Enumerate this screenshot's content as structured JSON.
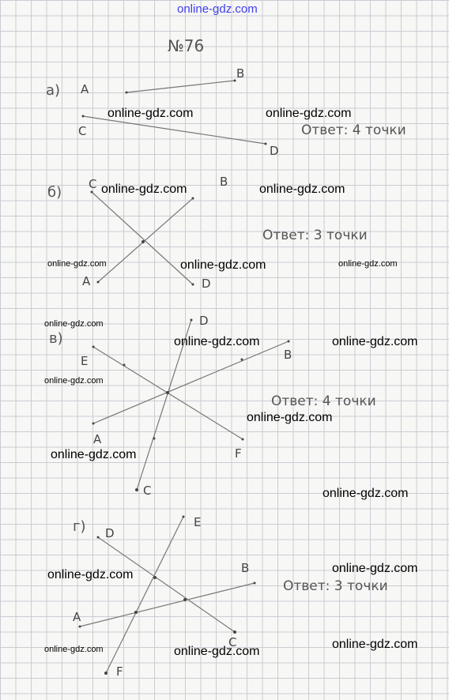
{
  "site_header": "online-gdz.com",
  "problem_number": "№76",
  "watermark": "online-gdz.com",
  "sections": {
    "a": {
      "label": "а)",
      "points": {
        "A": "A",
        "B": "B",
        "C": "C",
        "D": "D"
      },
      "answer": "Ответ: 4 точки"
    },
    "b": {
      "label": "б)",
      "points": {
        "C": "C",
        "B": "B",
        "A": "A",
        "D": "D"
      },
      "answer": "Ответ: 3 точки"
    },
    "v": {
      "label": "в)",
      "points": {
        "D": "D",
        "E": "E",
        "B": "B",
        "A": "A",
        "F": "F",
        "C": "C"
      },
      "answer": "Ответ: 4 точки"
    },
    "g": {
      "label": "г)",
      "points": {
        "D": "D",
        "E": "E",
        "B": "B",
        "A": "A",
        "C": "C",
        "F": "F"
      },
      "answer": "Ответ: 3 точки"
    }
  }
}
